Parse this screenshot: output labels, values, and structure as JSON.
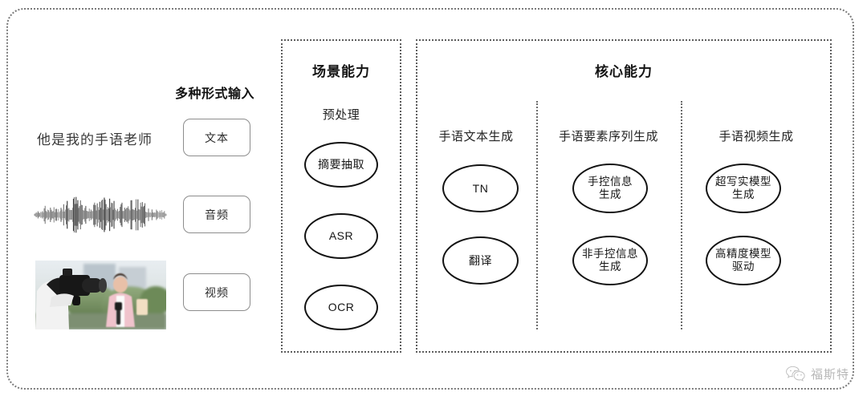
{
  "diagram": {
    "input_section": {
      "heading": "多种形式输入",
      "sample_text": "他是我的手语老师",
      "modes": [
        {
          "label": "文本",
          "icon": "text-input-icon"
        },
        {
          "label": "音频",
          "icon": "audio-waveform-icon"
        },
        {
          "label": "视频",
          "icon": "video-thumbnail-icon"
        }
      ]
    },
    "panels": [
      {
        "id": "scene-capability",
        "title": "场景能力",
        "groups": [
          {
            "label": "预处理",
            "nodes": [
              "摘要抽取",
              "ASR",
              "OCR"
            ]
          }
        ]
      },
      {
        "id": "core-capability",
        "title": "核心能力",
        "groups": [
          {
            "label": "手语文本生成",
            "nodes": [
              "TN",
              "翻译"
            ]
          },
          {
            "label": "手语要素序列生成",
            "nodes": [
              "手控信息\n生成",
              "非手控信息\n生成"
            ]
          },
          {
            "label": "手语视频生成",
            "nodes": [
              "超写实模型\n生成",
              "高精度模型\n驱动"
            ]
          }
        ]
      }
    ],
    "watermark": {
      "icon": "wechat-icon",
      "text": "福斯特"
    },
    "colors": {
      "background": "#ffffff",
      "frame_border": "#7a7a7a",
      "panel_border": "#5d5d5d",
      "node_stroke": "#121212",
      "text": "#1b1b1b"
    }
  }
}
